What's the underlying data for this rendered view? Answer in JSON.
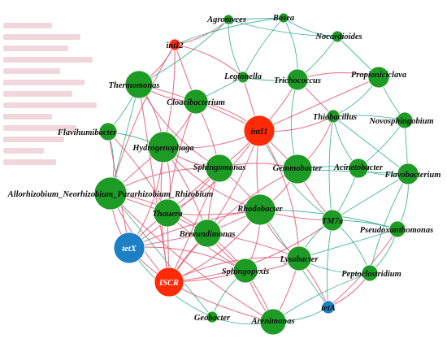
{
  "colors": {
    "edge_pink": "#e0607a",
    "edge_teal": "#2aa88a",
    "node_green": "#1e9b24",
    "node_red": "#ff2a08",
    "node_blue": "#1d7fc4"
  },
  "nodes": [
    {
      "id": "agromyces",
      "label": "Agromyces",
      "type": "genus",
      "r": 6
    },
    {
      "id": "bosea",
      "label": "Bosea",
      "type": "genus",
      "r": 6
    },
    {
      "id": "nocardioides",
      "label": "Nocardioides",
      "type": "genus",
      "r": 7
    },
    {
      "id": "intI2",
      "label": "intI2",
      "type": "gene",
      "r": 7
    },
    {
      "id": "propioniciclava",
      "label": "Propioniciclava",
      "type": "genus",
      "r": 13
    },
    {
      "id": "thermomonas",
      "label": "Thermomonas",
      "type": "genus",
      "r": 17
    },
    {
      "id": "legionella",
      "label": "Legionella",
      "type": "genus",
      "r": 7
    },
    {
      "id": "trichococcus",
      "label": "Trichococcus",
      "type": "genus",
      "r": 13
    },
    {
      "id": "cloacibacterium",
      "label": "Cloacibacterium",
      "type": "genus",
      "r": 15
    },
    {
      "id": "thiobacillus",
      "label": "Thiobacillus",
      "type": "genus",
      "r": 8
    },
    {
      "id": "novosphingobium",
      "label": "Novosphingobium",
      "type": "genus",
      "r": 10
    },
    {
      "id": "intI1",
      "label": "intI1",
      "type": "gene",
      "r": 19
    },
    {
      "id": "flavihumibacter",
      "label": "Flavihumibacter",
      "type": "genus",
      "r": 11
    },
    {
      "id": "hydrogenophaga",
      "label": "Hydrogenophaga",
      "type": "genus",
      "r": 19
    },
    {
      "id": "sphingomonas",
      "label": "Sphingomonas",
      "type": "genus",
      "r": 17
    },
    {
      "id": "gemmobacter",
      "label": "Gemmobacter",
      "type": "genus",
      "r": 18
    },
    {
      "id": "acinetobacter",
      "label": "Acinetobacter",
      "type": "genus",
      "r": 12
    },
    {
      "id": "flavobacterium",
      "label": "Flavobacterium",
      "type": "genus",
      "r": 13
    },
    {
      "id": "allorhizobium",
      "label": "Allorhizobium_Neorhizobium_Pararhizobium_Rhizobium",
      "type": "genus",
      "r": 20
    },
    {
      "id": "rhodobacter",
      "label": "Rhodobacter",
      "type": "genus",
      "r": 19
    },
    {
      "id": "thauera",
      "label": "Thauera",
      "type": "genus",
      "r": 17
    },
    {
      "id": "tm7a",
      "label": "TM7a",
      "type": "genus",
      "r": 13
    },
    {
      "id": "pseudoxanthomonas",
      "label": "Pseudoxanthomonas",
      "type": "genus",
      "r": 10
    },
    {
      "id": "brevundimonas",
      "label": "Brevundimonas",
      "type": "genus",
      "r": 17
    },
    {
      "id": "tetX",
      "label": "tetX",
      "type": "gene",
      "r": 19
    },
    {
      "id": "lysobacter",
      "label": "Lysobacter",
      "type": "genus",
      "r": 15
    },
    {
      "id": "peptoclostridium",
      "label": "Peptoclostridium",
      "type": "genus",
      "r": 10
    },
    {
      "id": "sphingopyxis",
      "label": "Sphingopyxis",
      "type": "genus",
      "r": 15
    },
    {
      "id": "iscr",
      "label": "ISCR",
      "type": "gene",
      "r": 18
    },
    {
      "id": "tetA",
      "label": "tetA",
      "type": "gene",
      "r": 8
    },
    {
      "id": "geobacter",
      "label": "Geobacter",
      "type": "genus",
      "r": 7
    },
    {
      "id": "arenimonas",
      "label": "Arenimonas",
      "type": "genus",
      "r": 16
    }
  ],
  "edges": [
    [
      "intI2",
      "thermomonas",
      "p"
    ],
    [
      "intI2",
      "hydrogenophaga",
      "p"
    ],
    [
      "intI2",
      "cloacibacterium",
      "p"
    ],
    [
      "intI2",
      "allorhizobium",
      "p"
    ],
    [
      "intI2",
      "agromyces",
      "p"
    ],
    [
      "intI2",
      "legionella",
      "p"
    ],
    [
      "intI2",
      "bosea",
      "t"
    ],
    [
      "intI1",
      "legionella",
      "p"
    ],
    [
      "intI1",
      "trichococcus",
      "p"
    ],
    [
      "intI1",
      "cloacibacterium",
      "p"
    ],
    [
      "intI1",
      "hydrogenophaga",
      "p"
    ],
    [
      "intI1",
      "sphingomonas",
      "p"
    ],
    [
      "intI1",
      "gemmobacter",
      "p"
    ],
    [
      "intI1",
      "rhodobacter",
      "p"
    ],
    [
      "intI1",
      "thiobacillus",
      "p"
    ],
    [
      "intI1",
      "thauera",
      "p"
    ],
    [
      "intI1",
      "brevundimonas",
      "p"
    ],
    [
      "intI1",
      "propioniciclava",
      "p"
    ],
    [
      "intI1",
      "thermomonas",
      "p"
    ],
    [
      "intI1",
      "tm7a",
      "t"
    ],
    [
      "intI1",
      "lysobacter",
      "p"
    ],
    [
      "tetX",
      "thauera",
      "p"
    ],
    [
      "tetX",
      "brevundimonas",
      "p"
    ],
    [
      "tetX",
      "sphingomonas",
      "p"
    ],
    [
      "tetX",
      "hydrogenophaga",
      "p"
    ],
    [
      "tetX",
      "allorhizobium",
      "p"
    ],
    [
      "tetX",
      "rhodobacter",
      "p"
    ],
    [
      "tetX",
      "flavihumibacter",
      "p"
    ],
    [
      "tetX",
      "iscr",
      "p"
    ],
    [
      "tetX",
      "geobacter",
      "t"
    ],
    [
      "tetX",
      "sphingopyxis",
      "p"
    ],
    [
      "iscr",
      "brevundimonas",
      "p"
    ],
    [
      "iscr",
      "thauera",
      "p"
    ],
    [
      "iscr",
      "sphingopyxis",
      "p"
    ],
    [
      "iscr",
      "rhodobacter",
      "p"
    ],
    [
      "iscr",
      "lysobacter",
      "p"
    ],
    [
      "iscr",
      "hydrogenophaga",
      "p"
    ],
    [
      "iscr",
      "sphingomonas",
      "p"
    ],
    [
      "iscr",
      "arenimonas",
      "p"
    ],
    [
      "iscr",
      "tm7a",
      "p"
    ],
    [
      "iscr",
      "gemmobacter",
      "p"
    ],
    [
      "iscr",
      "allorhizobium",
      "p"
    ],
    [
      "iscr",
      "thermomonas",
      "p"
    ],
    [
      "tetA",
      "lysobacter",
      "p"
    ],
    [
      "tetA",
      "peptoclostridium",
      "p"
    ],
    [
      "tetA",
      "arenimonas",
      "t"
    ],
    [
      "tetA",
      "tm7a",
      "t"
    ],
    [
      "tetA",
      "rhodobacter",
      "t"
    ],
    [
      "tetA",
      "pseudoxanthomonas",
      "p"
    ],
    [
      "thermomonas",
      "cloacibacterium",
      "p"
    ],
    [
      "thermomonas",
      "hydrogenophaga",
      "p"
    ],
    [
      "thermomonas",
      "flavihumibacter",
      "t"
    ],
    [
      "thermomonas",
      "allorhizobium",
      "t"
    ],
    [
      "thermomonas",
      "agromyces",
      "t"
    ],
    [
      "thermomonas",
      "sphingomonas",
      "p"
    ],
    [
      "cloacibacterium",
      "hydrogenophaga",
      "p"
    ],
    [
      "cloacibacterium",
      "sphingomonas",
      "p"
    ],
    [
      "cloacibacterium",
      "legionella",
      "t"
    ],
    [
      "cloacibacterium",
      "thauera",
      "p"
    ],
    [
      "hydrogenophaga",
      "sphingomonas",
      "p"
    ],
    [
      "hydrogenophaga",
      "thauera",
      "p"
    ],
    [
      "hydrogenophaga",
      "brevundimonas",
      "p"
    ],
    [
      "hydrogenophaga",
      "allorhizobium",
      "p"
    ],
    [
      "hydrogenophaga",
      "flavihumibacter",
      "t"
    ],
    [
      "hydrogenophaga",
      "rhodobacter",
      "p"
    ],
    [
      "sphingomonas",
      "gemmobacter",
      "p"
    ],
    [
      "sphingomonas",
      "rhodobacter",
      "p"
    ],
    [
      "sphingomonas",
      "thauera",
      "p"
    ],
    [
      "sphingomonas",
      "brevundimonas",
      "p"
    ],
    [
      "sphingomonas",
      "allorhizobium",
      "p"
    ],
    [
      "gemmobacter",
      "rhodobacter",
      "p"
    ],
    [
      "gemmobacter",
      "acinetobacter",
      "t"
    ],
    [
      "gemmobacter",
      "flavobacterium",
      "t"
    ],
    [
      "gemmobacter",
      "tm7a",
      "p"
    ],
    [
      "gemmobacter",
      "thiobacillus",
      "p"
    ],
    [
      "gemmobacter",
      "trichococcus",
      "t"
    ],
    [
      "rhodobacter",
      "thauera",
      "p"
    ],
    [
      "rhodobacter",
      "brevundimonas",
      "p"
    ],
    [
      "rhodobacter",
      "tm7a",
      "p"
    ],
    [
      "rhodobacter",
      "lysobacter",
      "p"
    ],
    [
      "rhodobacter",
      "sphingopyxis",
      "p"
    ],
    [
      "rhodobacter",
      "pseudoxanthomonas",
      "t"
    ],
    [
      "brevundimonas",
      "thauera",
      "p"
    ],
    [
      "brevundimonas",
      "sphingopyxis",
      "p"
    ],
    [
      "brevundimonas",
      "allorhizobium",
      "p"
    ],
    [
      "brevundimonas",
      "arenimonas",
      "p"
    ],
    [
      "brevundimonas",
      "lysobacter",
      "p"
    ],
    [
      "thauera",
      "allorhizobium",
      "p"
    ],
    [
      "thauera",
      "sphingopyxis",
      "p"
    ],
    [
      "tm7a",
      "lysobacter",
      "t"
    ],
    [
      "tm7a",
      "peptoclostridium",
      "t"
    ],
    [
      "tm7a",
      "pseudoxanthomonas",
      "t"
    ],
    [
      "tm7a",
      "flavobacterium",
      "t"
    ],
    [
      "tm7a",
      "acinetobacter",
      "t"
    ],
    [
      "lysobacter",
      "peptoclostridium",
      "t"
    ],
    [
      "lysobacter",
      "sphingopyxis",
      "p"
    ],
    [
      "lysobacter",
      "arenimonas",
      "p"
    ],
    [
      "lysobacter",
      "pseudoxanthomonas",
      "t"
    ],
    [
      "sphingopyxis",
      "arenimonas",
      "p"
    ],
    [
      "sphingopyxis",
      "geobacter",
      "t"
    ],
    [
      "arenimonas",
      "geobacter",
      "t"
    ],
    [
      "arenimonas",
      "peptoclostridium",
      "t"
    ],
    [
      "propioniciclava",
      "nocardioides",
      "t"
    ],
    [
      "propioniciclava",
      "novosphingobium",
      "t"
    ],
    [
      "propioniciclava",
      "trichococcus",
      "p"
    ],
    [
      "propioniciclava",
      "thiobacillus",
      "t"
    ],
    [
      "novosphingobium",
      "acinetobacter",
      "t"
    ],
    [
      "novosphingobium",
      "flavobacterium",
      "t"
    ],
    [
      "novosphingobium",
      "thiobacillus",
      "t"
    ],
    [
      "acinetobacter",
      "flavobacterium",
      "t"
    ],
    [
      "acinetobacter",
      "thiobacillus",
      "t"
    ],
    [
      "trichococcus",
      "legionella",
      "t"
    ],
    [
      "trichococcus",
      "thiobacillus",
      "p"
    ],
    [
      "trichococcus",
      "nocardioides",
      "t"
    ],
    [
      "trichococcus",
      "bosea",
      "t"
    ],
    [
      "nocardioides",
      "bosea",
      "t"
    ],
    [
      "nocardioides",
      "agromyces",
      "t"
    ],
    [
      "bosea",
      "agromyces",
      "t"
    ],
    [
      "bosea",
      "legionella",
      "t"
    ],
    [
      "agromyces",
      "legionella",
      "t"
    ],
    [
      "flavihumibacter",
      "allorhizobium",
      "t"
    ],
    [
      "flavihumibacter",
      "thauera",
      "p"
    ],
    [
      "allorhizobium",
      "geobacter",
      "t"
    ],
    [
      "allorhizobium",
      "arenimonas",
      "p"
    ],
    [
      "pseudoxanthomonas",
      "flavobacterium",
      "t"
    ],
    [
      "pseudoxanthomonas",
      "peptoclostridium",
      "t"
    ],
    [
      "peptoclostridium",
      "flavobacterium",
      "t"
    ],
    [
      "thiobacillus",
      "flavobacterium",
      "t"
    ],
    [
      "thiobacillus",
      "tm7a",
      "t"
    ]
  ]
}
